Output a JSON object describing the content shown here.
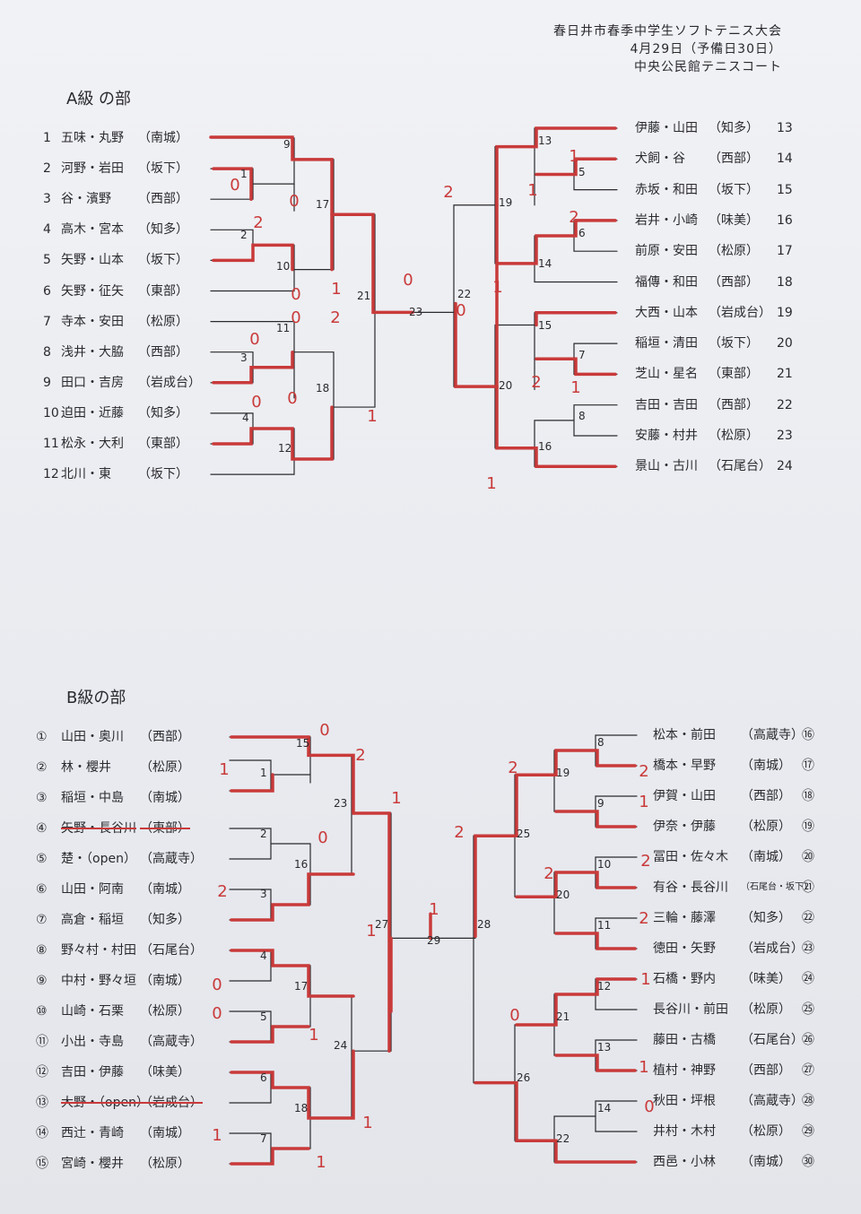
{
  "header": {
    "line1": "春日井市春季中学生ソフトテニス大会",
    "line2": "4月29日（予備日30日）",
    "line3": "中央公民館テニスコート"
  },
  "colors": {
    "ink": "#2a2a2e",
    "red_pen": "#c93a3a"
  },
  "sectionA": {
    "title": "A級 の部",
    "left": [
      {
        "no": "1",
        "name": "五味・丸野",
        "team": "（南城）"
      },
      {
        "no": "2",
        "name": "河野・岩田",
        "team": "（坂下）"
      },
      {
        "no": "3",
        "name": "谷・濱野",
        "team": "（西部）"
      },
      {
        "no": "4",
        "name": "高木・宮本",
        "team": "（知多）"
      },
      {
        "no": "5",
        "name": "矢野・山本",
        "team": "（坂下）"
      },
      {
        "no": "6",
        "name": "矢野・征矢",
        "team": "（東部）"
      },
      {
        "no": "7",
        "name": "寺本・安田",
        "team": "（松原）"
      },
      {
        "no": "8",
        "name": "浅井・大脇",
        "team": "（西部）"
      },
      {
        "no": "9",
        "name": "田口・吉房",
        "team": "（岩成台）"
      },
      {
        "no": "10",
        "name": "迫田・近藤",
        "team": "（知多）"
      },
      {
        "no": "11",
        "name": "松永・大利",
        "team": "（東部）"
      },
      {
        "no": "12",
        "name": "北川・東",
        "team": "（坂下）"
      }
    ],
    "right": [
      {
        "no": "13",
        "name": "伊藤・山田",
        "team": "（知多）"
      },
      {
        "no": "14",
        "name": "犬飼・谷",
        "team": "（西部）"
      },
      {
        "no": "15",
        "name": "赤坂・和田",
        "team": "（坂下）"
      },
      {
        "no": "16",
        "name": "岩井・小崎",
        "team": "（味美）"
      },
      {
        "no": "17",
        "name": "前原・安田",
        "team": "（松原）"
      },
      {
        "no": "18",
        "name": "福傳・和田",
        "team": "（西部）"
      },
      {
        "no": "19",
        "name": "大西・山本",
        "team": "（岩成台）"
      },
      {
        "no": "20",
        "name": "稲垣・清田",
        "team": "（坂下）"
      },
      {
        "no": "21",
        "name": "芝山・星名",
        "team": "（東部）"
      },
      {
        "no": "22",
        "name": "吉田・吉田",
        "team": "（西部）"
      },
      {
        "no": "23",
        "name": "安藤・村井",
        "team": "（松原）"
      },
      {
        "no": "24",
        "name": "景山・古川",
        "team": "（石尾台）"
      }
    ],
    "match_numbers": [
      "1",
      "2",
      "3",
      "4",
      "5",
      "6",
      "7",
      "8",
      "9",
      "10",
      "11",
      "12",
      "13",
      "14",
      "15",
      "16",
      "17",
      "18",
      "19",
      "20",
      "21",
      "22",
      "23"
    ],
    "scores": [
      "0",
      "0",
      "2",
      "0",
      "1",
      "2",
      "0",
      "0",
      "0",
      "0",
      "1",
      "0",
      "2",
      "1",
      "1",
      "2",
      "1",
      "0",
      "2",
      "1",
      "1"
    ]
  },
  "sectionB": {
    "title": "B級の部",
    "left": [
      {
        "no": "①",
        "name": "山田・奥川",
        "team": "（西部）"
      },
      {
        "no": "②",
        "name": "林・櫻井",
        "team": "（松原）"
      },
      {
        "no": "③",
        "name": "稲垣・中島",
        "team": "（南城）"
      },
      {
        "no": "④",
        "name": "矢野・長谷川",
        "team": "（東部）",
        "struck": true
      },
      {
        "no": "⑤",
        "name": "楚・（open）",
        "team": "（高蔵寺）"
      },
      {
        "no": "⑥",
        "name": "山田・阿南",
        "team": "（南城）"
      },
      {
        "no": "⑦",
        "name": "高倉・稲垣",
        "team": "（知多）"
      },
      {
        "no": "⑧",
        "name": "野々村・村田",
        "team": "（石尾台）"
      },
      {
        "no": "⑨",
        "name": "中村・野々垣",
        "team": "（南城）"
      },
      {
        "no": "⑩",
        "name": "山崎・石栗",
        "team": "（松原）"
      },
      {
        "no": "⑪",
        "name": "小出・寺島",
        "team": "（高蔵寺）"
      },
      {
        "no": "⑫",
        "name": "吉田・伊藤",
        "team": "（味美）"
      },
      {
        "no": "⑬",
        "name": "大野・（open）",
        "team": "（岩成台）",
        "struck": true
      },
      {
        "no": "⑭",
        "name": "西辻・青崎",
        "team": "（南城）"
      },
      {
        "no": "⑮",
        "name": "宮崎・櫻井",
        "team": "（松原）"
      }
    ],
    "right": [
      {
        "no": "⑯",
        "name": "松本・前田",
        "team": "（高蔵寺）"
      },
      {
        "no": "⑰",
        "name": "橋本・早野",
        "team": "（南城）"
      },
      {
        "no": "⑱",
        "name": "伊賀・山田",
        "team": "（西部）"
      },
      {
        "no": "⑲",
        "name": "伊奈・伊藤",
        "team": "（松原）"
      },
      {
        "no": "⑳",
        "name": "冨田・佐々木",
        "team": "（南城）"
      },
      {
        "no": "㉑",
        "name": "有谷・長谷川",
        "team": "（石尾台・坂下）",
        "small": true
      },
      {
        "no": "㉒",
        "name": "三輪・藤澤",
        "team": "（知多）"
      },
      {
        "no": "㉓",
        "name": "徳田・矢野",
        "team": "（岩成台）"
      },
      {
        "no": "㉔",
        "name": "石橋・野内",
        "team": "（味美）"
      },
      {
        "no": "㉕",
        "name": "長谷川・前田",
        "team": "（松原）"
      },
      {
        "no": "㉖",
        "name": "藤田・古橋",
        "team": "（石尾台）"
      },
      {
        "no": "㉗",
        "name": "植村・神野",
        "team": "（西部）"
      },
      {
        "no": "㉘",
        "name": "秋田・坪根",
        "team": "（高蔵寺）"
      },
      {
        "no": "㉙",
        "name": "井村・木村",
        "team": "（松原）"
      },
      {
        "no": "㉚",
        "name": "西邑・小林",
        "team": "（南城）"
      }
    ],
    "match_numbers": [
      "1",
      "2",
      "3",
      "4",
      "5",
      "6",
      "7",
      "8",
      "9",
      "10",
      "11",
      "12",
      "13",
      "14",
      "15",
      "16",
      "17",
      "18",
      "19",
      "20",
      "21",
      "22",
      "23",
      "24",
      "25",
      "26",
      "27",
      "28",
      "29"
    ],
    "scores": [
      "0",
      "2",
      "1",
      "1",
      "0",
      "2",
      "1",
      "0",
      "0",
      "1",
      "1",
      "1",
      "2",
      "2",
      "2",
      "1",
      "2",
      "2",
      "1",
      "1",
      "0",
      "0",
      "1",
      "2",
      "1"
    ]
  }
}
